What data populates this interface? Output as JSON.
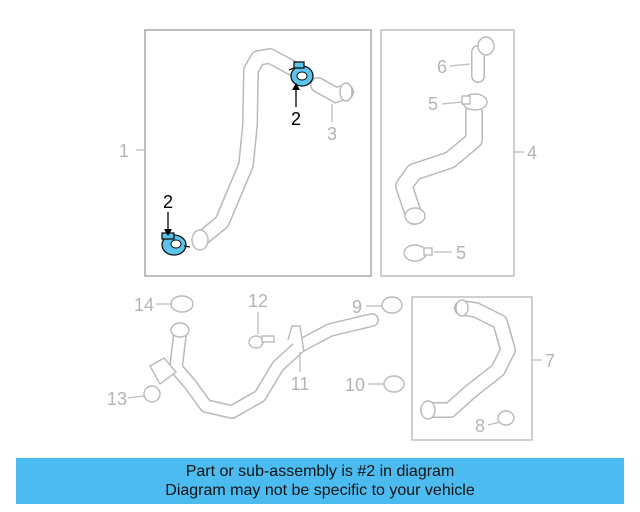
{
  "callouts": {
    "c1": "1",
    "c2a": "2",
    "c2b": "2",
    "c3": "3",
    "c4": "4",
    "c5a": "5",
    "c5b": "5",
    "c6": "6",
    "c7": "7",
    "c8": "8",
    "c9": "9",
    "c10": "10",
    "c11": "11",
    "c12": "12",
    "c13": "13",
    "c14": "14"
  },
  "highlight_color": "#5cc3ea",
  "banner": {
    "line1": "Part or sub-assembly is #2 in diagram",
    "line2": "Diagram may not be specific to your vehicle"
  }
}
